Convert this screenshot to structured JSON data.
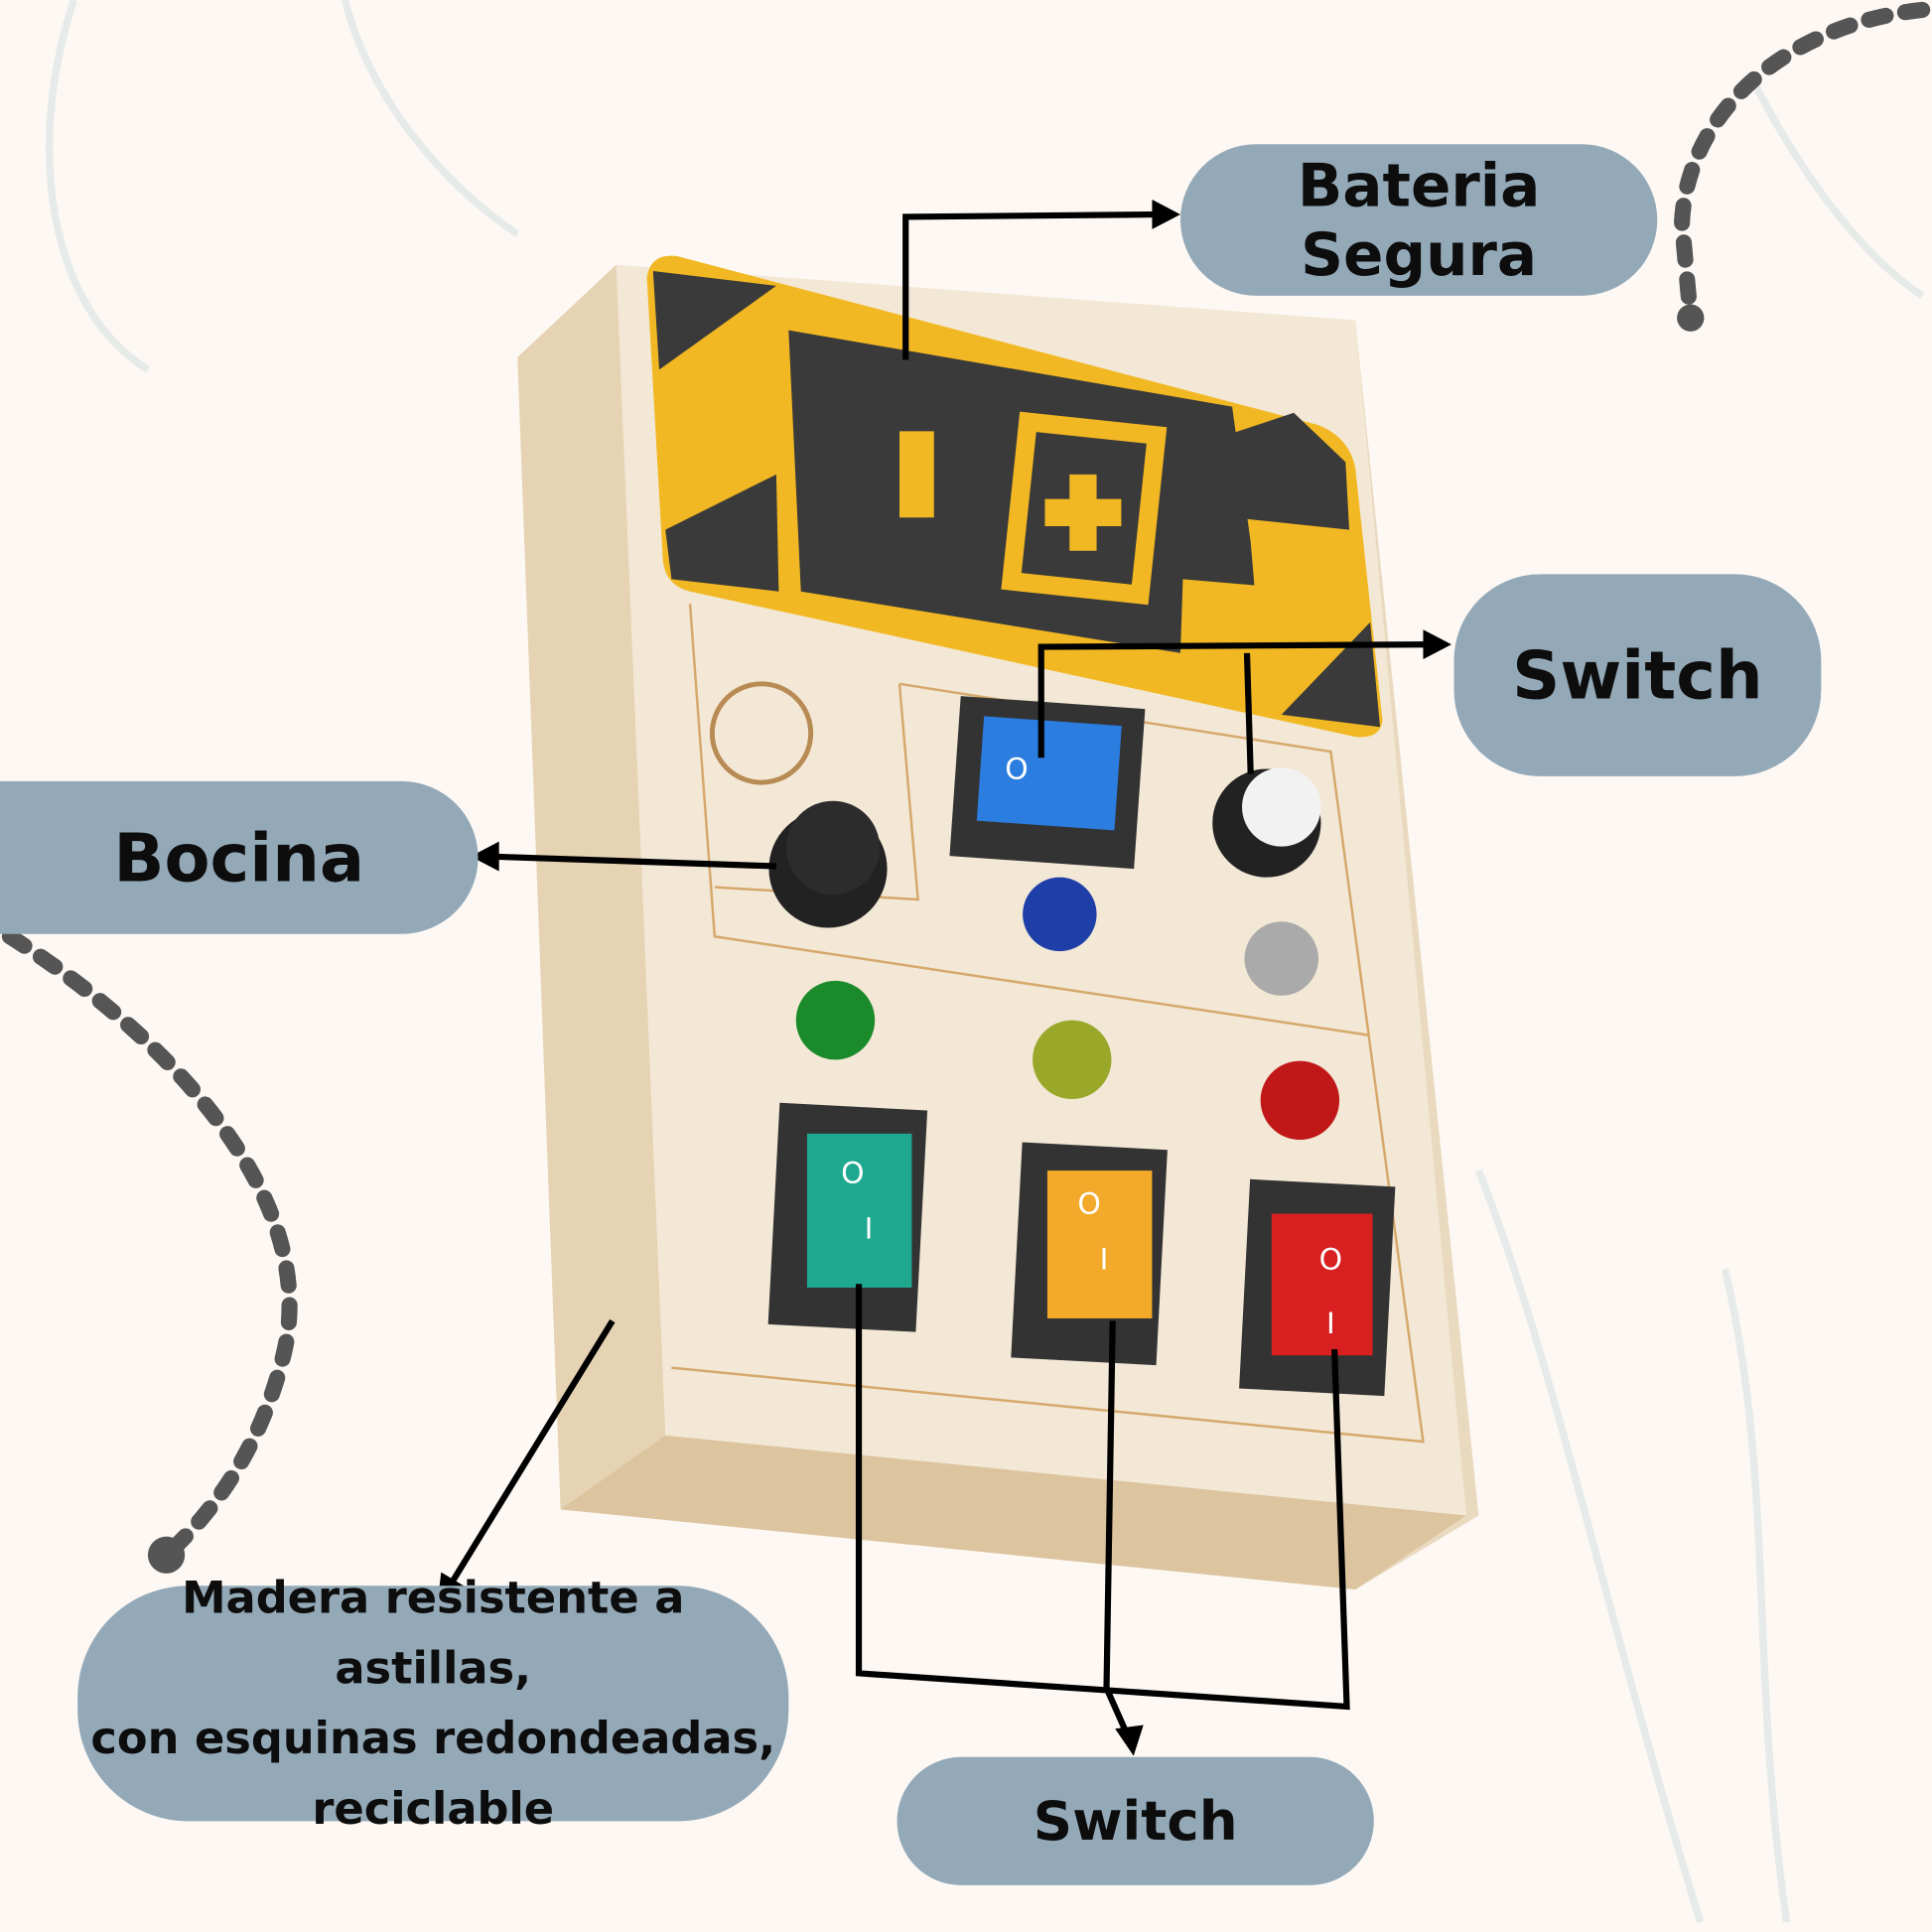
{
  "labels": {
    "battery": "Bateria Segura",
    "switch_top": "Switch",
    "horn": "Bocina",
    "wood": [
      "Madera resistente a astillas,",
      "con esquinas redondeadas,",
      "reciclable"
    ],
    "switch_bottom": "Switch"
  },
  "colors": {
    "pill": "#94a9b8",
    "background": "#fdf8f3",
    "wood": "#efe3cf",
    "battery_yellow": "#f2b823",
    "dark": "#3a3a3a"
  },
  "switch_symbols": {
    "off": "O",
    "on": "I"
  }
}
